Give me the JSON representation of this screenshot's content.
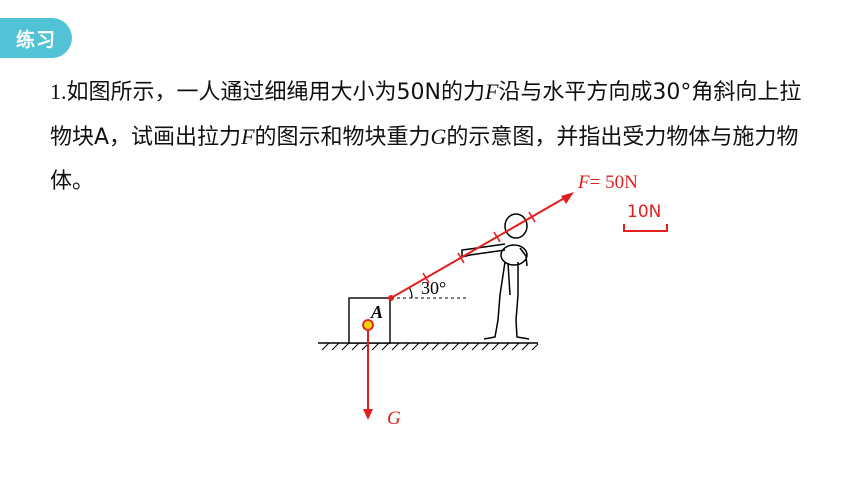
{
  "badge": {
    "label": "练习"
  },
  "question": {
    "num": "1.",
    "part1": "如图所示，一人通过细绳用大小为50N的力",
    "F1": "F",
    "part2": "沿与水平方向成30°角斜向上拉物块A，试画出拉力",
    "F2": "F",
    "part3": "的图示和物块重力",
    "G": "G",
    "part4": "的示意图，并指出受力物体与施力物体。"
  },
  "figure": {
    "force_label": "F",
    "force_value": "= 50N",
    "scale_label": "10N",
    "angle_label": "30°",
    "block_label": "A",
    "gravity_label": "G",
    "colors": {
      "force": "#e02020",
      "line": "#000000",
      "dot": "#f2d100"
    }
  }
}
